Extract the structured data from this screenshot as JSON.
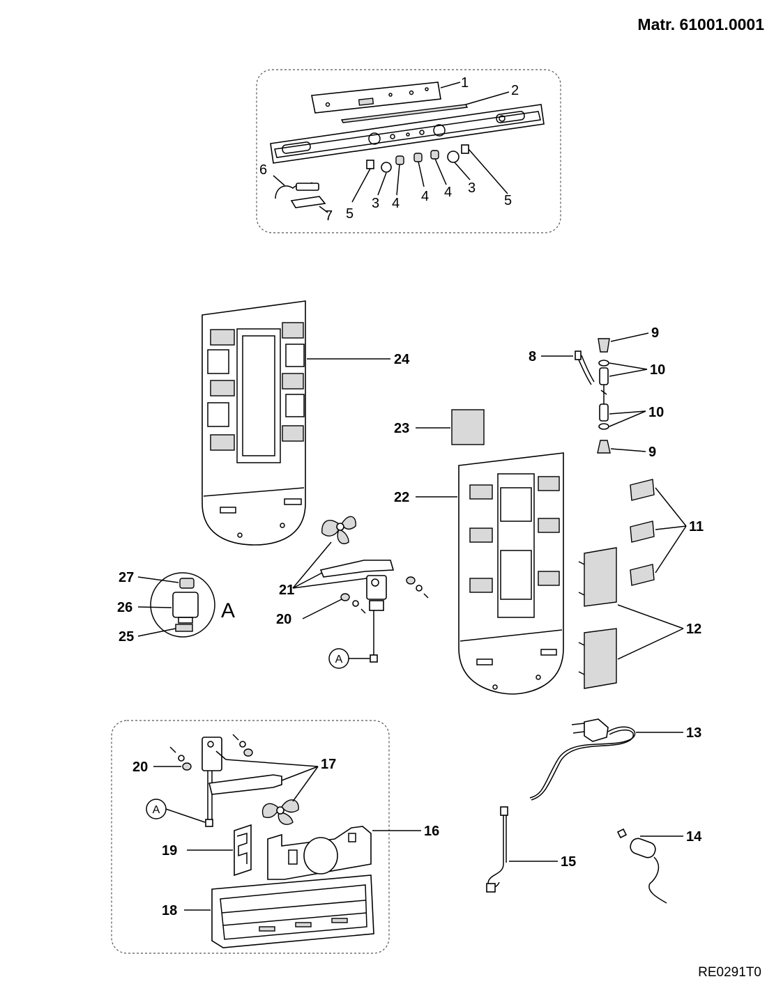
{
  "header": {
    "material_number": "Matr. 61001.0001"
  },
  "footer": {
    "drawing_code": "RE0291T0"
  },
  "group_top": {
    "labels": [
      "1",
      "2",
      "3",
      "3",
      "4",
      "4",
      "4",
      "5",
      "5",
      "6",
      "7"
    ]
  },
  "group_middle": {
    "labels": [
      "8",
      "9",
      "9",
      "10",
      "10",
      "11",
      "12",
      "20",
      "21",
      "22",
      "23",
      "24",
      "25",
      "26",
      "27"
    ],
    "detail_letter": "A",
    "connector_marker": "A"
  },
  "group_bottom": {
    "labels": [
      "13",
      "14",
      "15",
      "16",
      "17",
      "18",
      "19",
      "20"
    ],
    "connector_marker": "A"
  }
}
